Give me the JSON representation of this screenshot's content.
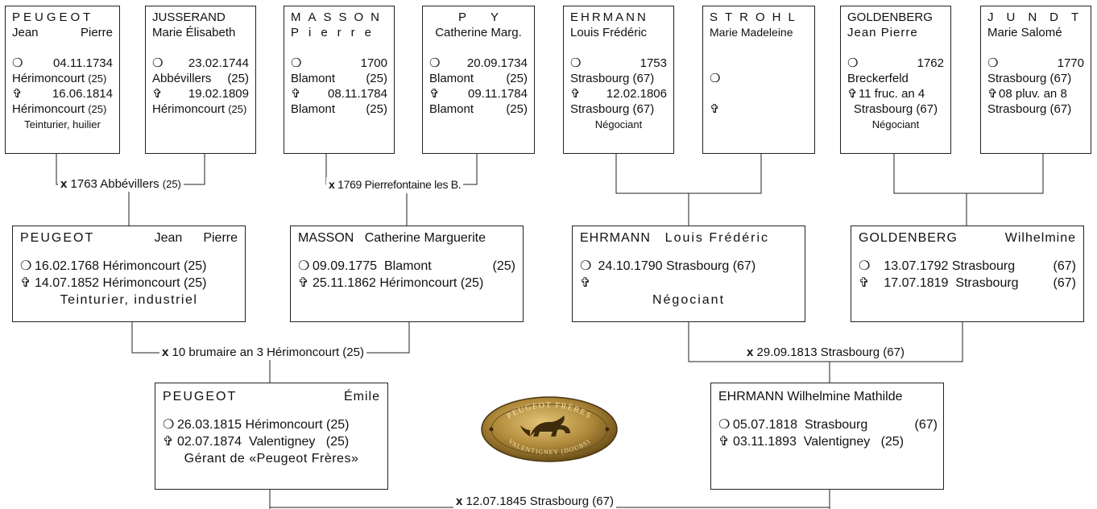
{
  "gen1": [
    {
      "surname": "PEUGEOT",
      "given_left": "Jean",
      "given_right": "Pierre",
      "birth_date": "04.11.1734",
      "birth_place": "Hérimoncourt",
      "birth_dept": "(25)",
      "death_date": "16.06.1814",
      "death_place": "Hérimoncourt",
      "death_dept": "(25)",
      "occupation": "Teinturier, huilier"
    },
    {
      "surname": "JUSSERAND",
      "given": "Marie Élisabeth",
      "birth_date": "23.02.1744",
      "birth_place": "Abbévillers",
      "birth_dept": "(25)",
      "death_date": "19.02.1809",
      "death_place": "Hérimoncourt",
      "death_dept": "(25)"
    },
    {
      "surname": "MASSON",
      "given": "Pierre",
      "birth_date": "1700",
      "birth_place": "Blamont",
      "birth_dept": "(25)",
      "death_date": "08.11.1784",
      "death_place": "Blamont",
      "death_dept": "(25)"
    },
    {
      "surname": "PY",
      "given": "Catherine Marg.",
      "birth_date": "20.09.1734",
      "birth_place": "Blamont",
      "birth_dept": "(25)",
      "death_date": "09.11.1784",
      "death_place": "Blamont",
      "death_dept": "(25)"
    },
    {
      "surname": "EHRMANN",
      "given": "Louis Frédéric",
      "birth_date": "1753",
      "birth_place": "Strasbourg (67)",
      "death_date": "12.02.1806",
      "death_place": "Strasbourg (67)",
      "occupation": "Négociant"
    },
    {
      "surname": "STROHL",
      "given": "Marie Madeleine"
    },
    {
      "surname": "GOLDENBERG",
      "given": "Jean Pierre",
      "birth_date": "1762",
      "birth_place": "Breckerfeld",
      "death_date": "11 fruc. an 4",
      "death_place": "Strasbourg (67)",
      "occupation": "Négociant"
    },
    {
      "surname": "JUNDT",
      "given": "Marie Salomé",
      "birth_date": "1770",
      "birth_place": "Strasbourg (67)",
      "death_date": "08 pluv. an 8",
      "death_place": "Strasbourg (67)"
    }
  ],
  "gen2": [
    {
      "surname": "PEUGEOT",
      "given_left": "Jean",
      "given_right": "Pierre",
      "birth": "16.02.1768 Hérimoncourt (25)",
      "death": "14.07.1852 Hérimoncourt (25)",
      "occupation": "Teinturier, industriel"
    },
    {
      "surname": "MASSON",
      "given": "Catherine Marguerite",
      "birth_date": "09.09.1775",
      "birth_place": "Blamont",
      "birth_dept": "(25)",
      "death": "25.11.1862 Hérimoncourt (25)"
    },
    {
      "surname": "EHRMANN",
      "given": "Louis Frédéric",
      "birth": "24.10.1790 Strasbourg (67)",
      "occupation": "Négociant"
    },
    {
      "surname": "GOLDENBERG",
      "given": "Wilhelmine",
      "birth_date": "13.07.1792",
      "birth_place": "Strasbourg",
      "birth_dept": "(67)",
      "death_date": "17.07.1819",
      "death_place": "Strasbourg",
      "death_dept": "(67)"
    }
  ],
  "gen3": [
    {
      "surname": "PEUGEOT",
      "given": "Émile",
      "birth": "26.03.1815 Hérimoncourt (25)",
      "death_date": "02.07.1874",
      "death_place": "Valentigney",
      "death_dept": "(25)",
      "occupation": "Gérant de «Peugeot Frères»"
    },
    {
      "surname": "EHRMANN",
      "given": "Wilhelmine Mathilde",
      "birth_date": "05.07.1818",
      "birth_place": "Strasbourg",
      "birth_dept": "(67)",
      "death_date": "03.11.1893",
      "death_place": "Valentigney",
      "death_dept": "(25)"
    }
  ],
  "marriages": {
    "m1": {
      "x": "x",
      "date_place": "1763 Abbévillers",
      "dept": "(25)"
    },
    "m2": {
      "x": "x",
      "date_place": "1769 Pierrefontaine les B."
    },
    "m3": {
      "x": "x",
      "date_place": "10 brumaire an 3 Hérimoncourt (25)"
    },
    "m4": {
      "x": "x",
      "date_place": "29.09.1813 Strasbourg (67)"
    },
    "m5": {
      "x": "x",
      "date_place": "12.07.1845 Strasbourg (67)"
    }
  },
  "symbols": {
    "birth": "❍",
    "death": "✞"
  },
  "plaque": {
    "top_text": "PEUGEOT FRÈRES",
    "bottom_text": "VALENTIGNEY (DOUBS)"
  },
  "colors": {
    "line": "#222222",
    "plaque_gold": "#b08a3a",
    "plaque_dark": "#6a4e1c"
  }
}
